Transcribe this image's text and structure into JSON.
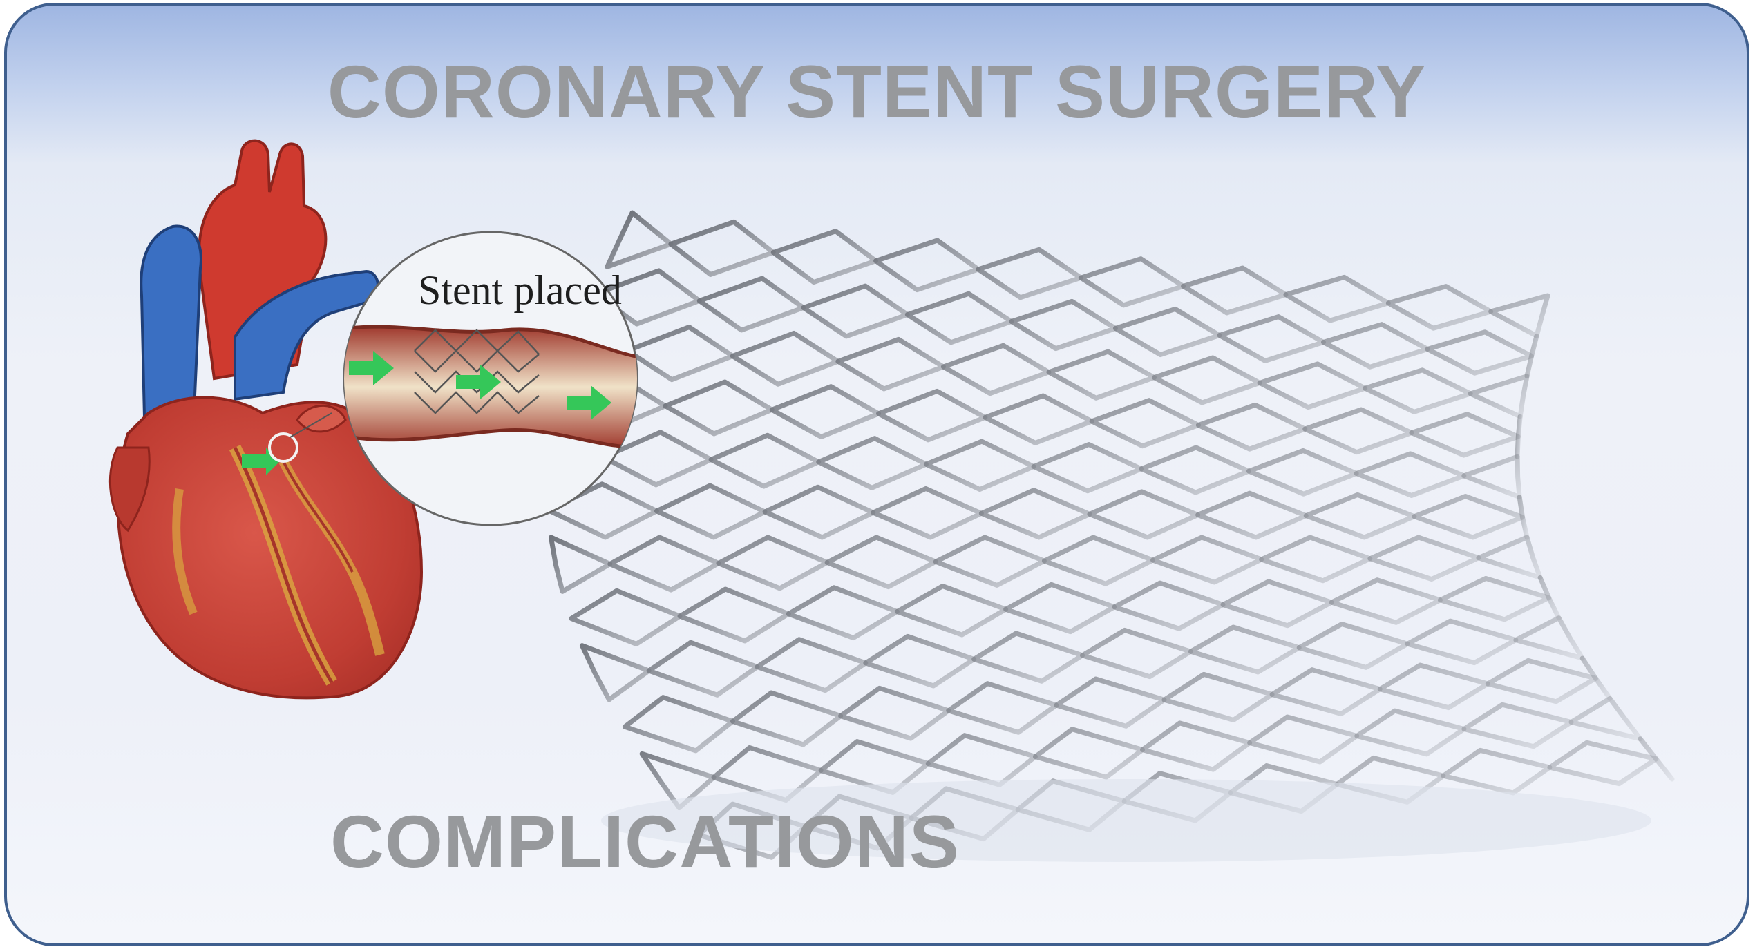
{
  "title": "CORONARY STENT SURGERY",
  "subtitle": "COMPLICATIONS",
  "illustration": {
    "callout_label": "Stent placed",
    "icons": [
      "heart-icon",
      "artery-icon",
      "stent-icon"
    ]
  },
  "colors": {
    "frame": "#3f5f8e",
    "heading": "#97999c",
    "artery_red": "#c8322a",
    "vein_blue": "#3467b8",
    "flow_arrow": "#2ecc71"
  }
}
